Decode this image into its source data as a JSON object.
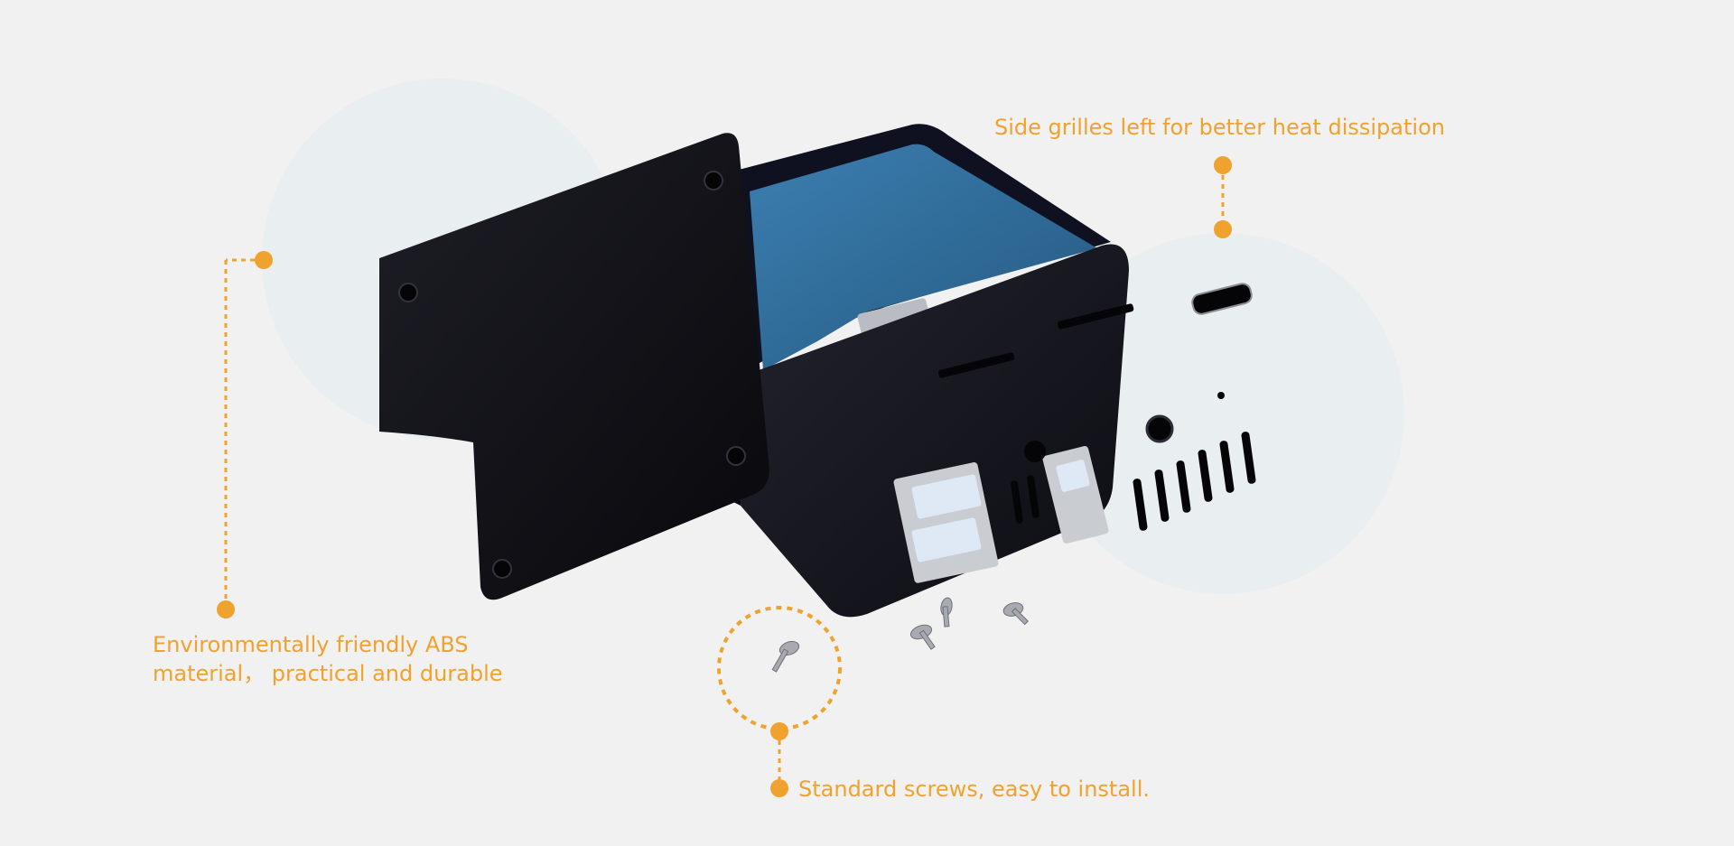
{
  "colors": {
    "background": "#f1f1f1",
    "accent": "#f0a22e",
    "halo": "#e9eef1",
    "case_black": "#14141c",
    "pcb_blue": "#2f6f9e"
  },
  "callouts": {
    "grilles": "Side grilles left for better heat dissipation",
    "abs_line1": "Environmentally friendly ABS",
    "abs_line2": "material， practical and durable",
    "screws": "Standard screws, easy to install."
  }
}
